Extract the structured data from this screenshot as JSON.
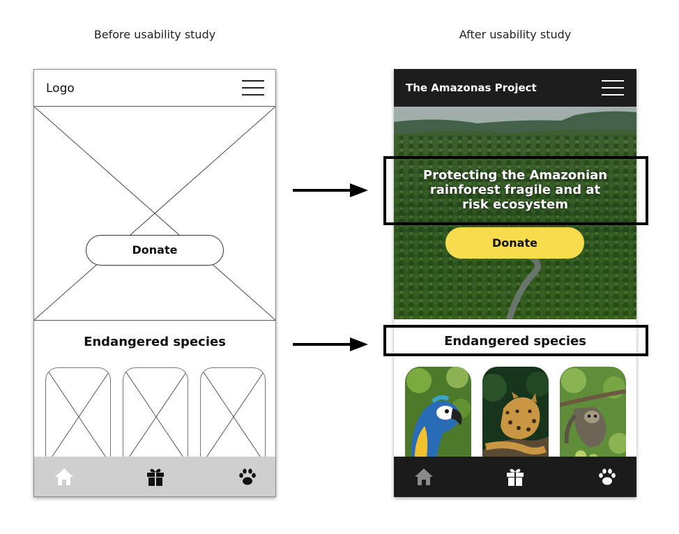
{
  "captions": {
    "before": "Before usability study",
    "after": "After usability study"
  },
  "wireframe": {
    "logo": "Logo",
    "menu_icon": "hamburger-menu-icon",
    "donate_label": "Donate",
    "section_title": "Endangered species",
    "cards": [
      "image-placeholder",
      "image-placeholder",
      "image-placeholder"
    ],
    "nav": [
      "home-icon",
      "gift-icon",
      "paw-icon"
    ]
  },
  "final_design": {
    "title": "The Amazonas Project",
    "menu_icon": "hamburger-menu-icon",
    "tagline_lines": [
      "Protecting the Amazonian",
      "rainforest fragile and at",
      "risk ecosystem"
    ],
    "donate_label": "Donate",
    "section_title": "Endangered species",
    "species_photos": [
      "macaw",
      "jaguar",
      "sloth"
    ],
    "nav": [
      "home-icon",
      "gift-icon",
      "paw-icon"
    ]
  },
  "colors": {
    "header_dark": "#1d1d1d",
    "donate_yellow": "#f8dc4e",
    "wire_nav_gray": "#cfcfcf",
    "forest_green": "#2f5a22"
  }
}
